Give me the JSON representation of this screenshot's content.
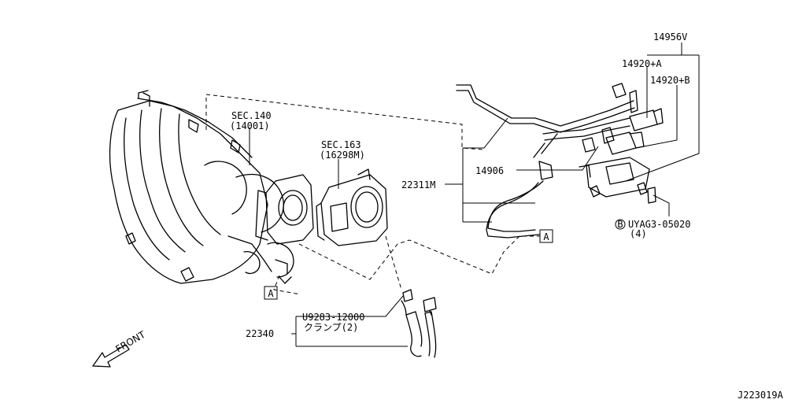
{
  "labels": {
    "sec140": "SEC.140",
    "p14001": "(14001)",
    "sec163": "SEC.163",
    "p16298m": "(16298M)",
    "p14956v": "14956V",
    "p14920a": "14920+A",
    "p14920b": "14920+B",
    "p22311m": "22311M",
    "p14906": "14906",
    "bolt_circle": "B",
    "bolt_code": "UYAG3-05020",
    "bolt_qty": "(4)",
    "clamp_code": "U9283-12000",
    "clamp_name": "クランプ(2)",
    "p22340": "22340",
    "ref_a1": "A",
    "ref_a2": "A",
    "front": "FRONT",
    "diagram_id": "J223019A"
  }
}
